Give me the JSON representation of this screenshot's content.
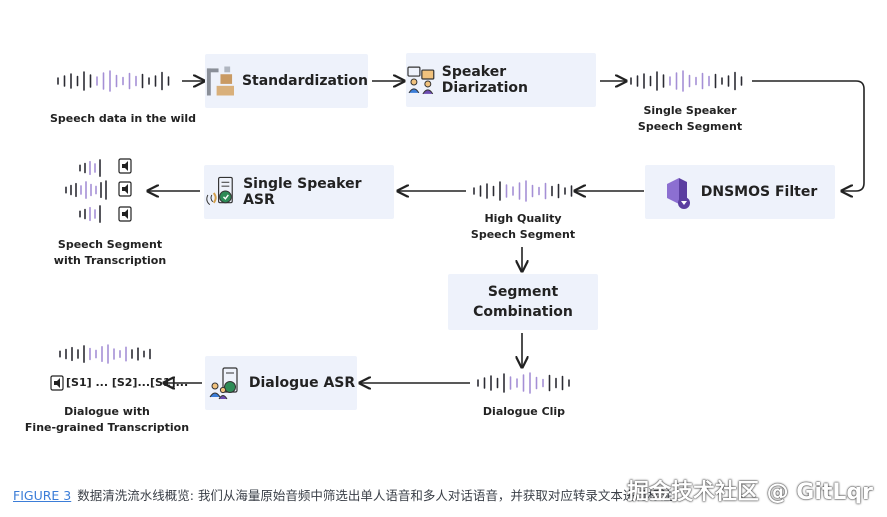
{
  "nodes": {
    "standardization": "Standardization",
    "speaker_diarization": "Speaker Diarization",
    "dnsmos_filter": "DNSMOS Filter",
    "single_speaker_asr": "Single Speaker ASR",
    "segment_combination_line1": "Segment",
    "segment_combination_line2": "Combination",
    "dialogue_asr": "Dialogue ASR"
  },
  "labels": {
    "speech_wild": "Speech data in the wild",
    "single_speaker_segment_line1": "Single Speaker",
    "single_speaker_segment_line2": "Speech Segment",
    "high_quality_line1": "High Quality",
    "high_quality_line2": "Speech Segment",
    "segment_transcription_line1": "Speech Segment",
    "segment_transcription_line2": "with  Transcription",
    "dialogue_clip": "Dialogue Clip",
    "dialogue_fine_line1": "Dialogue with",
    "dialogue_fine_line2": "Fine-grained Transcription",
    "dialogue_tags": "[S1] ... [S2]...[S1]..."
  },
  "caption": {
    "figure": "FIGURE 3",
    "text": "数据清洗流水线概览: 我们从海量原始音频中筛选出单人语音和多人对话语音，并获取对应转录文本进行标注"
  },
  "watermark": "掘金技术社区 @ GitLqr",
  "colors": {
    "box_bg": "#eef2fb",
    "accent_purple": "#6b4bb0",
    "wave_dark": "#2b2b33",
    "wave_purple": "#a58fd6",
    "caption_link": "#3b7dd8"
  },
  "icons": [
    "standardize-icon",
    "speaker-diarization-icon",
    "dnsmos-icon",
    "asr-icon",
    "dialogue-asr-icon",
    "speaker-file-icon"
  ]
}
